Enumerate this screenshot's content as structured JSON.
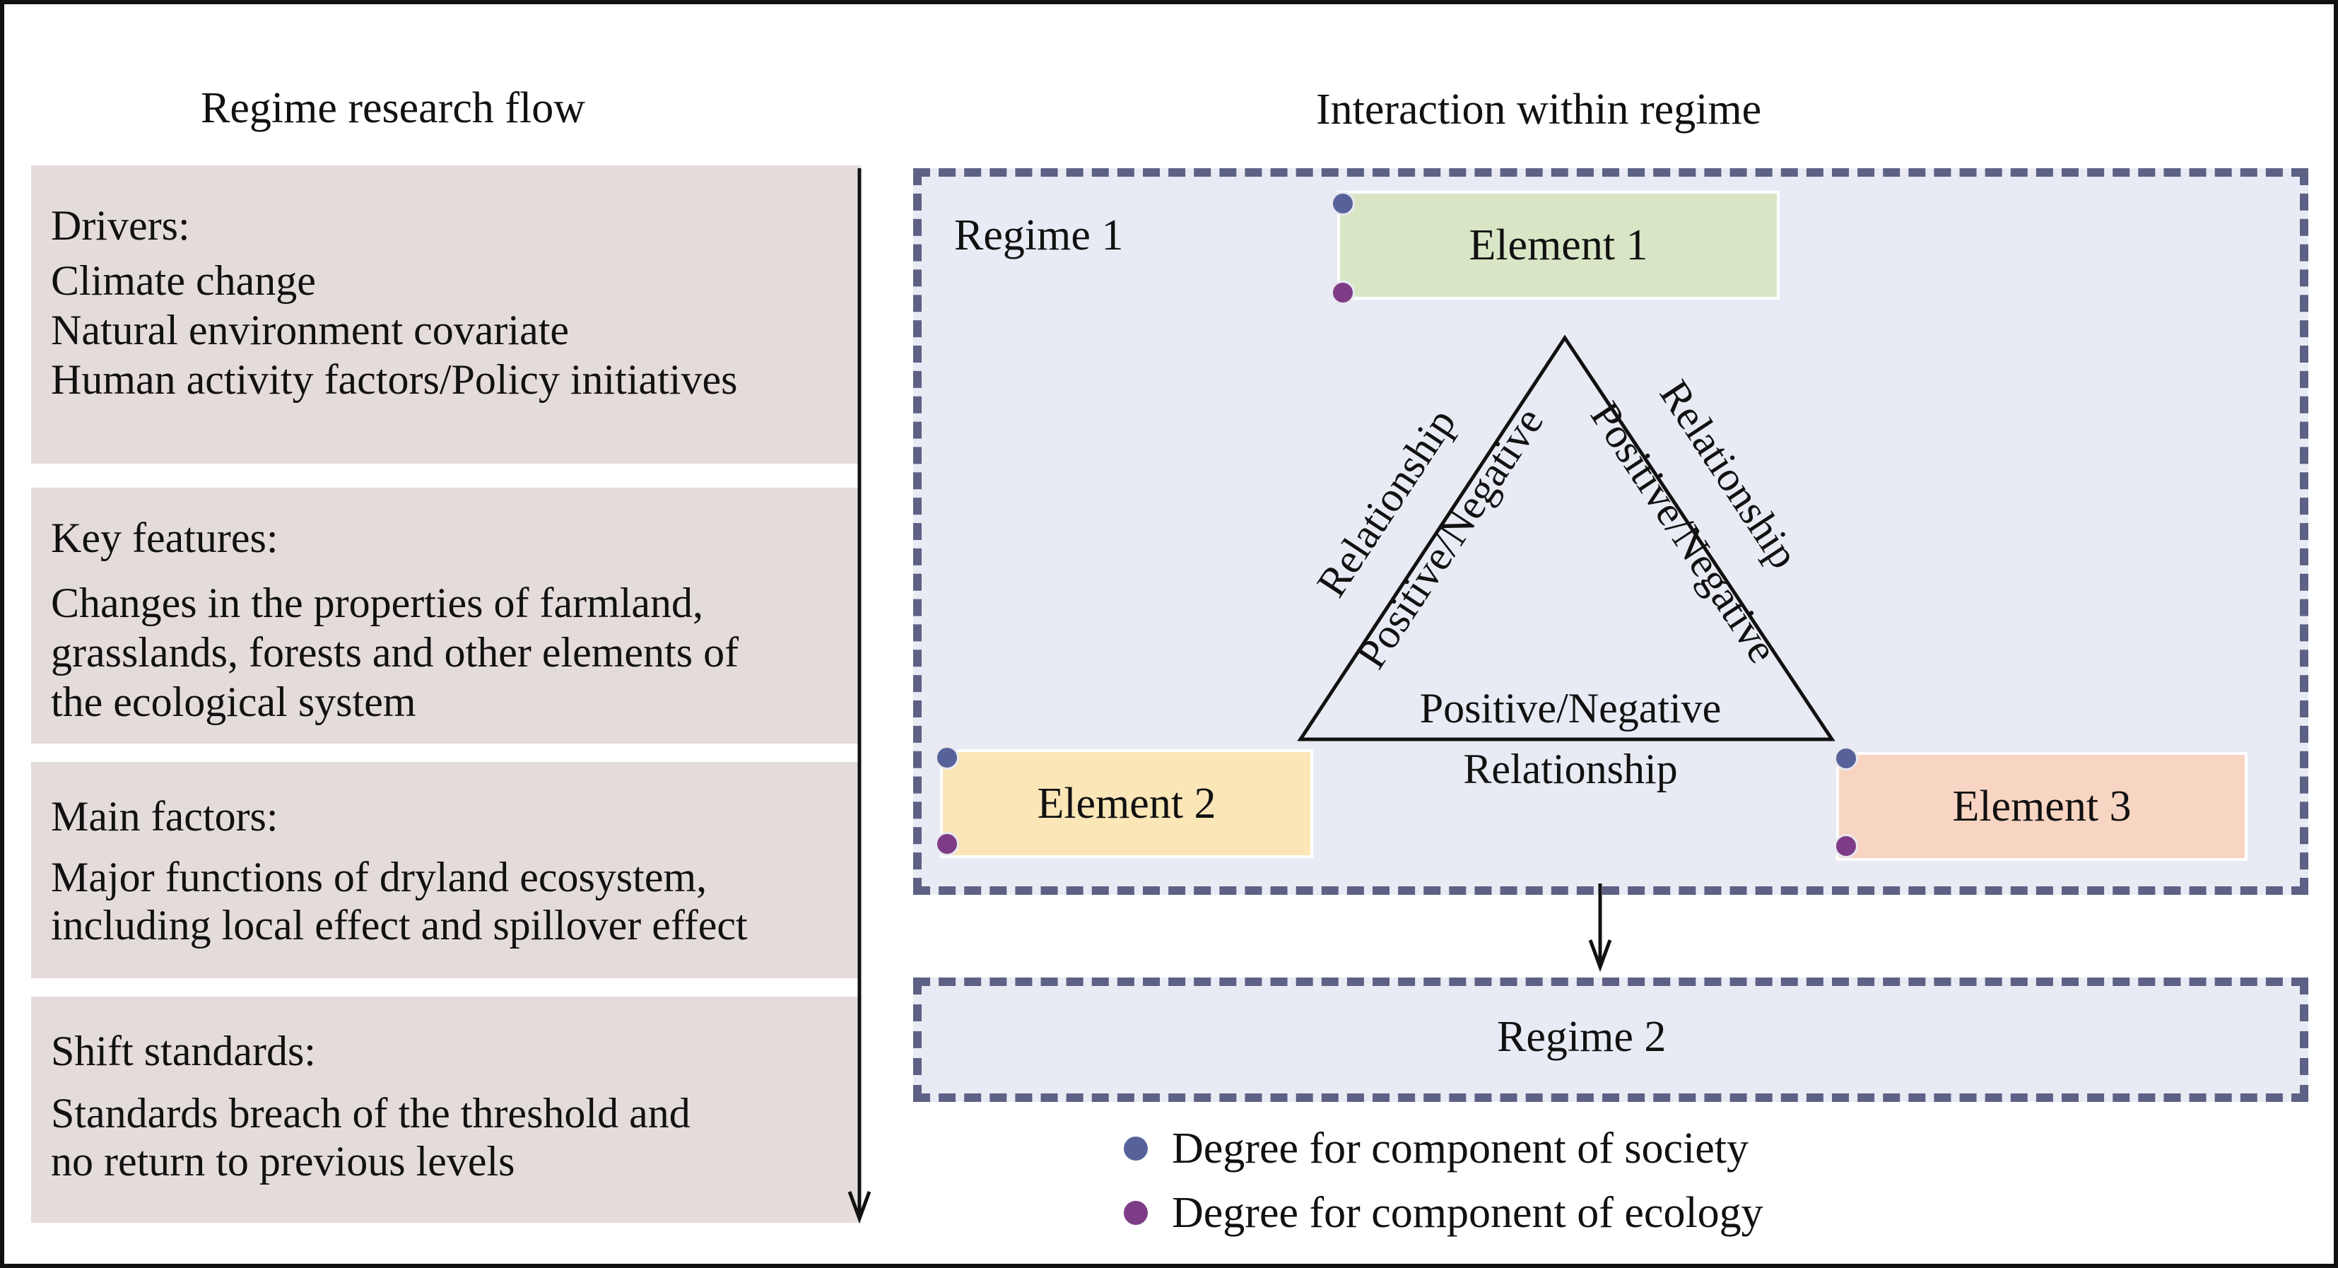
{
  "left_panel": {
    "heading": "Regime research flow",
    "boxes": [
      {
        "title": "Drivers:",
        "lines": [
          "Climate change",
          "Natural environment covariate",
          "Human activity factors/Policy initiatives"
        ]
      },
      {
        "title": "Key features:",
        "lines": [
          "Changes in the properties of farmland,",
          "grasslands, forests and other elements of",
          "the ecological system"
        ]
      },
      {
        "title": "Main factors:",
        "lines": [
          "Major functions of dryland ecosystem,",
          "including local effect and spillover effect"
        ]
      },
      {
        "title": "Shift standards:",
        "lines": [
          "Standards breach of the threshold and",
          "no return to previous levels"
        ]
      }
    ]
  },
  "right_panel": {
    "heading": "Interaction within regime",
    "regime1_label": "Regime 1",
    "regime2_label": "Regime 2",
    "elements": [
      {
        "label": "Element 1",
        "color": "#d9e6c6"
      },
      {
        "label": "Element 2",
        "color": "#fbe6b8"
      },
      {
        "label": "Element 3",
        "color": "#f8d5c2"
      }
    ],
    "relations": {
      "left_outer": "Relationship",
      "left_inner": "Positive/Negative",
      "right_outer": "Relationship",
      "right_inner": "Positive/Negative",
      "bottom_inner": "Positive/Negative",
      "bottom_outer": "Relationship"
    }
  },
  "legend": {
    "society": {
      "label": "Degree for component of society",
      "color": "#58629a"
    },
    "ecology": {
      "label": "Degree for component of ecology",
      "color": "#7e3c86"
    }
  }
}
